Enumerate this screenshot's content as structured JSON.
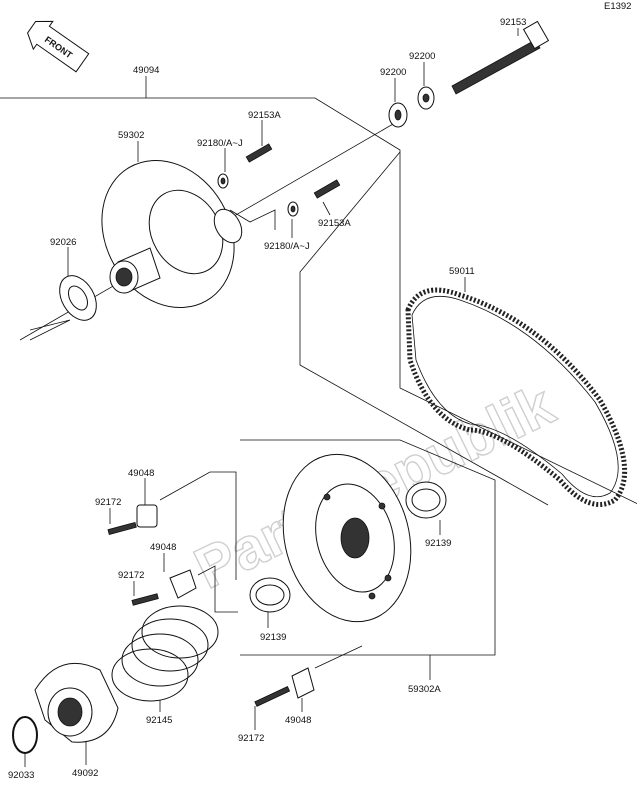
{
  "diagram_code": "E1392",
  "front_badge": "FRONT",
  "watermark": "PartsRepublik",
  "callouts": {
    "c49094": "49094",
    "c59302": "59302",
    "c92180_top": "92180/A~J",
    "c92153A_top": "92153A",
    "c92153A_mid": "92153A",
    "c92180_mid": "92180/A~J",
    "c92200_left": "92200",
    "c92200_right": "92200",
    "c92153": "92153",
    "c92026": "92026",
    "c59011": "59011",
    "c49048_a": "49048",
    "c92172_a": "92172",
    "c49048_b": "49048",
    "c92172_b": "92172",
    "c92139_left": "92139",
    "c92139_right": "92139",
    "c92145": "92145",
    "c59302A": "59302A",
    "c49048_c": "49048",
    "c92172_c": "92172",
    "c92033": "92033",
    "c49092": "49092"
  }
}
